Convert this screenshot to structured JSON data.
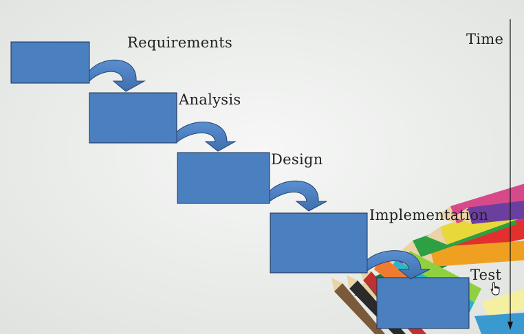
{
  "diagram": {
    "phases": [
      {
        "id": "requirements",
        "label": "Requirements"
      },
      {
        "id": "analysis",
        "label": "Analysis"
      },
      {
        "id": "design",
        "label": "Design"
      },
      {
        "id": "implementation",
        "label": "Implementation"
      },
      {
        "id": "test",
        "label": "Test"
      }
    ],
    "time_axis_label": "Time",
    "colors": {
      "box_fill": "#4a7fc0",
      "box_stroke": "#1f2f4f",
      "arrow_fill": "#4a7fc0",
      "arrow_stroke": "#24426e",
      "background": "#eef0ee"
    }
  },
  "decorations": {
    "pencils": "colored-pencils-image",
    "cursor": "hand-pointer-icon"
  }
}
